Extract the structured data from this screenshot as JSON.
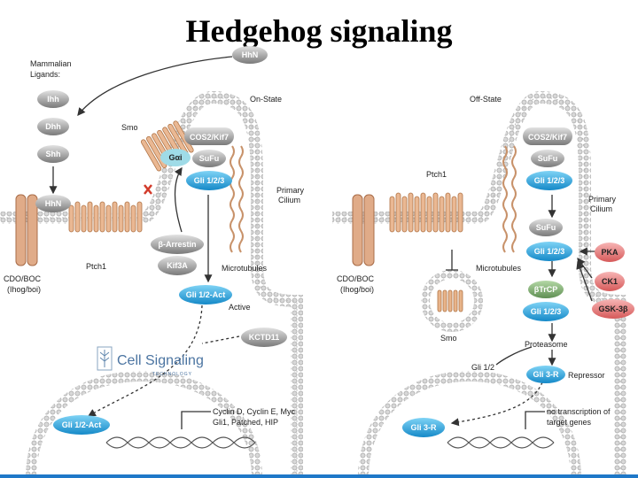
{
  "title": "Hedgehog signaling",
  "colors": {
    "blue": "#1e9ad6",
    "gray": "#8c8c8c",
    "lightgray": "#d5d5d5",
    "red": "#e57b7b",
    "green": "#7aa86a",
    "tan": "#d9a67a",
    "cyan": "#7fd0e0"
  },
  "left": {
    "ligands_heading_1": "Mammalian",
    "ligands_heading_2": "Ligands:",
    "ligand_top_partial": "HhN",
    "ihh": "Ihh",
    "dhh": "Dhh",
    "shh": "Shh",
    "hhn": "HhN",
    "smo": "Smo",
    "state": "On-State",
    "cos2": "COS2/Kif7",
    "gai": "Gαi",
    "sufu": "SuFu",
    "gli123": "Gli 1/2/3",
    "primary_cilium_1": "Primary",
    "primary_cilium_2": "Cilium",
    "barrestin": "β-Arrestin",
    "kif3a": "Kif3A",
    "microtubules": "Microtubules",
    "cdo_1": "CDO/BOC",
    "cdo_2": "(Ihog/boi)",
    "ptch1": "Ptch1",
    "gli12act": "Gli 1/2-Act",
    "active": "Active",
    "kctd11": "KCTD11",
    "logo_1": "Cell Signaling",
    "logo_2": "TECHNOLOGY",
    "nuc_gli": "Gli 1/2-Act",
    "targets_1": "Cyclin D, Cyclin E, Myc",
    "targets_2": "Gli1, Patched, HIP"
  },
  "right": {
    "state": "Off-State",
    "cos2": "COS2/Kif7",
    "sufu": "SuFu",
    "gli123": "Gli 1/2/3",
    "primary_cilium_1": "Primary",
    "primary_cilium_2": "Cilium",
    "ptch1": "Ptch1",
    "sufu2": "SuFu",
    "gli123b": "Gli 1/2/3",
    "pka": "PKA",
    "ck1": "CK1",
    "gsk3b": "GSK-3β",
    "btrcp": "βTrCP",
    "gli123c": "Gli 1/2/3",
    "microtubules": "Microtubules",
    "cdo_1": "CDO/BOC",
    "cdo_2": "(Ihog/boi)",
    "smo": "Smo",
    "proteasome": "Proteasome",
    "gli12": "Gli 1/2",
    "gli3r": "Gli 3-R",
    "repressor": "Repressor",
    "nuc_gli3r": "Gli 3-R",
    "notx_1": "no transcription of",
    "notx_2": "target genes"
  }
}
